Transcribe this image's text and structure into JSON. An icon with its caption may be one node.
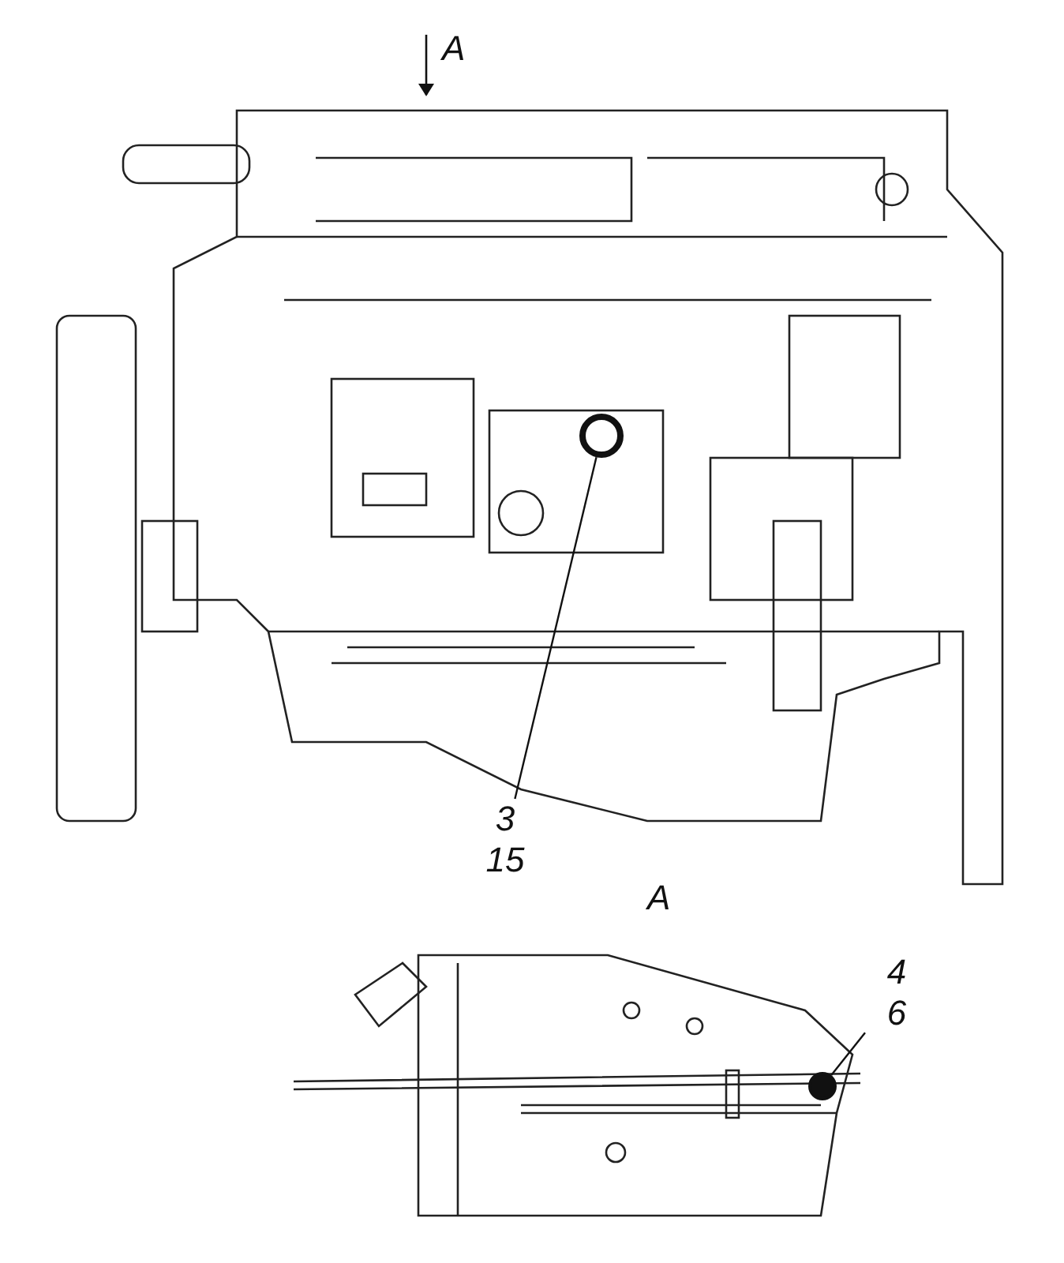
{
  "diagram": {
    "nodes": [
      {
        "text": [
          "3",
          "15"
        ]
      },
      {
        "text": [],
        "shape": "circle"
      },
      {
        "text": [
          "4",
          "6"
        ]
      },
      {
        "text": [],
        "shape": "circle"
      }
    ],
    "edges": [
      {
        "from": 0,
        "to": 1,
        "arrow": "none"
      },
      {
        "from": 2,
        "to": 3,
        "arrow": "none"
      }
    ],
    "labels": [
      "A",
      "A"
    ]
  }
}
